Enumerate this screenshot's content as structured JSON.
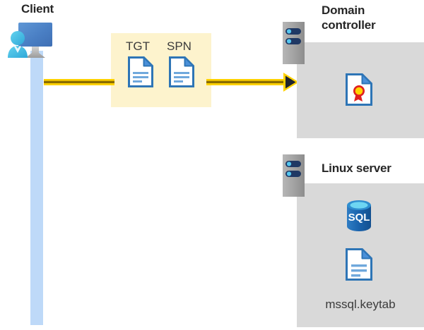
{
  "diagram": {
    "title_client": "Client",
    "message_box": {
      "tgt_label": "TGT",
      "spn_label": "SPN",
      "background": "#fdf3cd"
    },
    "arrow": {
      "color": "#ffd200",
      "head_color": "#1f2430",
      "direction": "client-to-domain-controller"
    },
    "nodes": [
      {
        "id": "domain-controller",
        "title": "Domain\ncontroller",
        "title_line1": "Domain",
        "title_line2": "controller",
        "panel_color": "#d9d9d9",
        "items": [
          {
            "icon": "certificate-document-icon",
            "label": ""
          }
        ]
      },
      {
        "id": "linux-server",
        "title": "Linux server",
        "panel_color": "#d9d9d9",
        "items": [
          {
            "icon": "sql-database-icon",
            "label": "SQL"
          },
          {
            "icon": "keytab-document-icon",
            "label": "mssql.keytab"
          }
        ]
      }
    ],
    "lifeline_color": "#bed9f8",
    "sql_text": "SQL",
    "keytab_filename": "mssql.keytab"
  }
}
